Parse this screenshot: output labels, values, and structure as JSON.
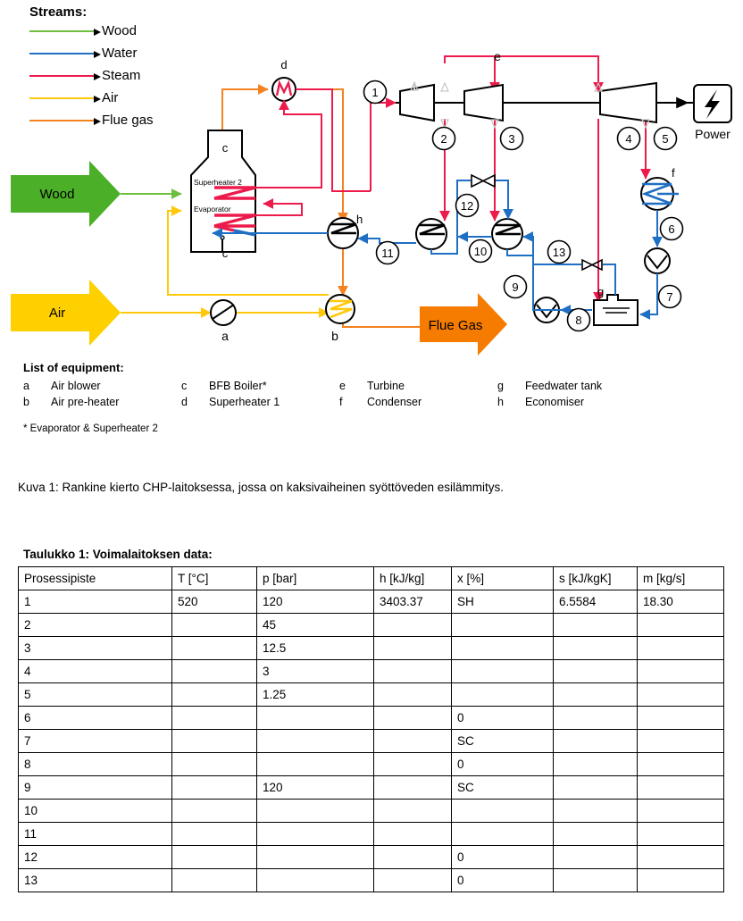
{
  "legend": {
    "title": "Streams:",
    "items": [
      {
        "label": "Wood",
        "color": "#6fbf3f"
      },
      {
        "label": "Water",
        "color": "#1f6fc4"
      },
      {
        "label": "Steam",
        "color": "#ed1b4c"
      },
      {
        "label": "Air",
        "color": "#ffc80a"
      },
      {
        "label": "Flue gas",
        "color": "#f58220"
      }
    ]
  },
  "diagram": {
    "block_arrows": [
      {
        "name": "wood",
        "label": "Wood",
        "color": "#4caf28"
      },
      {
        "name": "air",
        "label": "Air",
        "color": "#ffd000"
      },
      {
        "name": "flue",
        "label": "Flue Gas",
        "color": "#f57c00"
      }
    ],
    "power_label": "Power",
    "boiler": {
      "top_letter": "c",
      "bottom_letter": "c",
      "superheater_label": "Superheater 2",
      "evaporator_label": "Evaporator"
    },
    "equipment_letters": [
      "a",
      "b",
      "c",
      "d",
      "e",
      "f",
      "g",
      "h"
    ],
    "point_numbers": [
      "1",
      "2",
      "3",
      "4",
      "5",
      "6",
      "7",
      "8",
      "9",
      "10",
      "11",
      "12",
      "13"
    ]
  },
  "equipment_list": {
    "title": "List of equipment:",
    "entries": [
      {
        "key": "a",
        "value": "Air blower"
      },
      {
        "key": "c",
        "value": "BFB Boiler*"
      },
      {
        "key": "e",
        "value": "Turbine"
      },
      {
        "key": "g",
        "value": "Feedwater tank"
      },
      {
        "key": "b",
        "value": "Air pre-heater"
      },
      {
        "key": "d",
        "value": "Superheater 1"
      },
      {
        "key": "f",
        "value": "Condenser"
      },
      {
        "key": "h",
        "value": "Economiser"
      }
    ],
    "note": "* Evaporator & Superheater 2"
  },
  "caption": "Kuva 1: Rankine kierto CHP-laitoksessa, jossa on kaksivaiheinen syöttöveden esilämmitys.",
  "table": {
    "title": "Taulukko 1: Voimalaitoksen data:",
    "headers": [
      "Prosessipiste",
      "T [°C]",
      "p [bar]",
      "h [kJ/kg]",
      "x [%]",
      "s [kJ/kgK]",
      "m [kg/s]"
    ],
    "rows": [
      [
        "1",
        "520",
        "120",
        "3403.37",
        "SH",
        "6.5584",
        "18.30"
      ],
      [
        "2",
        "",
        "45",
        "",
        "",
        "",
        ""
      ],
      [
        "3",
        "",
        "12.5",
        "",
        "",
        "",
        ""
      ],
      [
        "4",
        "",
        "3",
        "",
        "",
        "",
        ""
      ],
      [
        "5",
        "",
        "1.25",
        "",
        "",
        "",
        ""
      ],
      [
        "6",
        "",
        "",
        "",
        "0",
        "",
        ""
      ],
      [
        "7",
        "",
        "",
        "",
        "SC",
        "",
        ""
      ],
      [
        "8",
        "",
        "",
        "",
        "0",
        "",
        ""
      ],
      [
        "9",
        "",
        "120",
        "",
        "SC",
        "",
        ""
      ],
      [
        "10",
        "",
        "",
        "",
        "",
        "",
        ""
      ],
      [
        "11",
        "",
        "",
        "",
        "",
        "",
        ""
      ],
      [
        "12",
        "",
        "",
        "",
        "0",
        "",
        ""
      ],
      [
        "13",
        "",
        "",
        "",
        "0",
        "",
        ""
      ]
    ]
  }
}
